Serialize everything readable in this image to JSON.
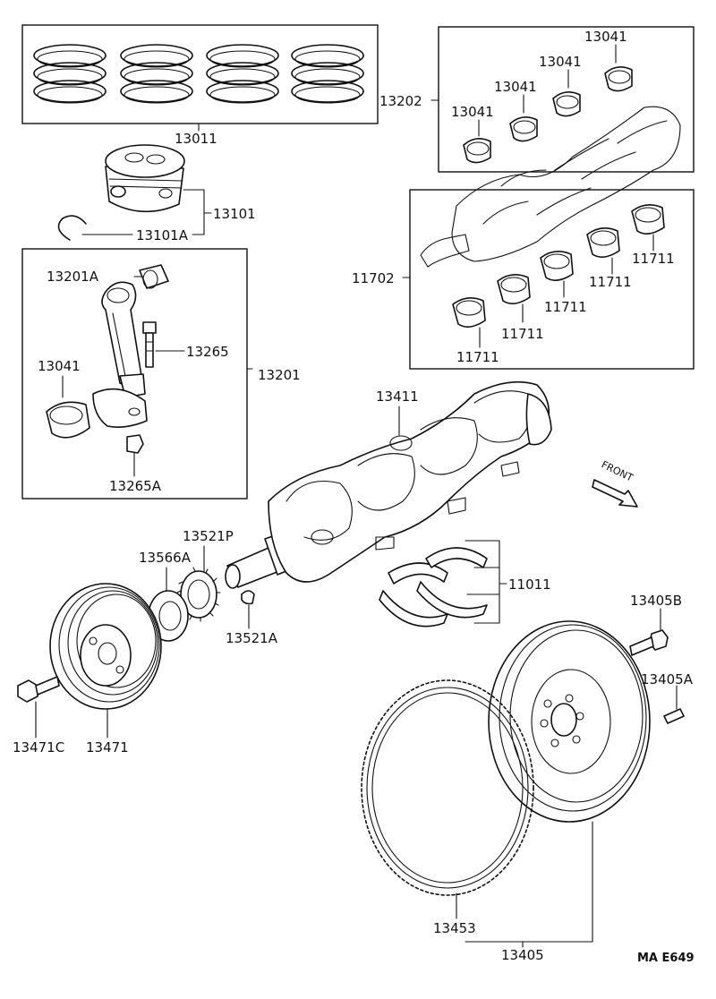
{
  "parts": {
    "p13011": "13011",
    "p13101": "13101",
    "p13101A": "13101A",
    "p13202": "13202",
    "p13041_a": "13041",
    "p13041_b": "13041",
    "p13041_c": "13041",
    "p13041_d": "13041",
    "p11702": "11702",
    "p11711_a": "11711",
    "p11711_b": "11711",
    "p11711_c": "11711",
    "p11711_d": "11711",
    "p11711_e": "11711",
    "p13201A": "13201A",
    "p13265": "13265",
    "p13041_e": "13041",
    "p13201": "13201",
    "p13265A": "13265A",
    "p13411": "13411",
    "p13521P": "13521P",
    "p13566A": "13566A",
    "p11011": "11011",
    "p13521A": "13521A",
    "p13405B": "13405B",
    "p13405A": "13405A",
    "p13471C": "13471C",
    "p13471": "13471",
    "p13453": "13453",
    "p13405": "13405"
  },
  "front_label": "FRONT",
  "diagram_code": "MA E649"
}
